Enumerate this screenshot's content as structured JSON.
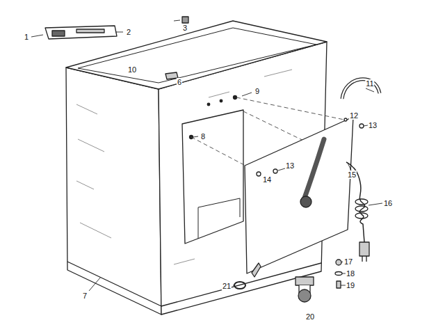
{
  "diagram": {
    "labels": [
      "1",
      "2",
      "3",
      "10",
      "6",
      "11",
      "9",
      "8",
      "12",
      "13",
      "13",
      "14",
      "15",
      "16",
      "17",
      "18",
      "19",
      "20",
      "21",
      "7"
    ]
  }
}
